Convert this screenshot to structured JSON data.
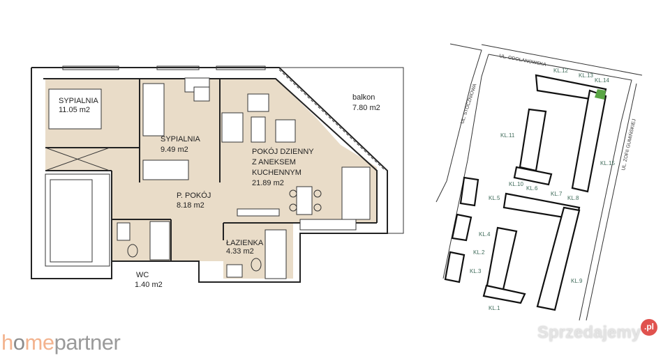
{
  "floor_plan": {
    "rooms": [
      {
        "name": "SYPIALNIA",
        "area": "11.05 m2"
      },
      {
        "name": "SYPIALNIA",
        "area": "9.49 m2"
      },
      {
        "name_lines": [
          "POKÓJ DZIENNY",
          "Z ANEKSEM",
          "KUCHENNYM"
        ],
        "area": "21.89 m2"
      },
      {
        "name": "P. POKÓJ",
        "area": "8.18 m2"
      },
      {
        "name": "ŁAZIENKA",
        "area": "4.33 m2"
      },
      {
        "name": "WC",
        "area": "1.40 m2"
      },
      {
        "name": "balkon",
        "area": "7.80 m2"
      }
    ],
    "room_fill": "#e9dcc8"
  },
  "site_plan": {
    "streets": [
      "UL. ODOLANOWSKA",
      "UL. STOCZNIOWA",
      "UL. ZOFII GUMIŃSKIEJ"
    ],
    "stairwells": [
      "KL.1",
      "KL.2",
      "KL.3",
      "KL.4",
      "KL.5",
      "KL.6",
      "KL.7",
      "KL.8",
      "KL.9",
      "KL.10",
      "KL.11",
      "KL.12",
      "KL.13",
      "KL.14",
      "KL.15"
    ],
    "label_color": "#3f6b5a",
    "highlight_color": "#5aa645"
  },
  "branding": {
    "logo_h": "h",
    "logo_o": "o",
    "logo_me": "me",
    "logo_rest": "partner",
    "watermark": "Sprzedajemy",
    "watermark_badge": ".pl"
  }
}
